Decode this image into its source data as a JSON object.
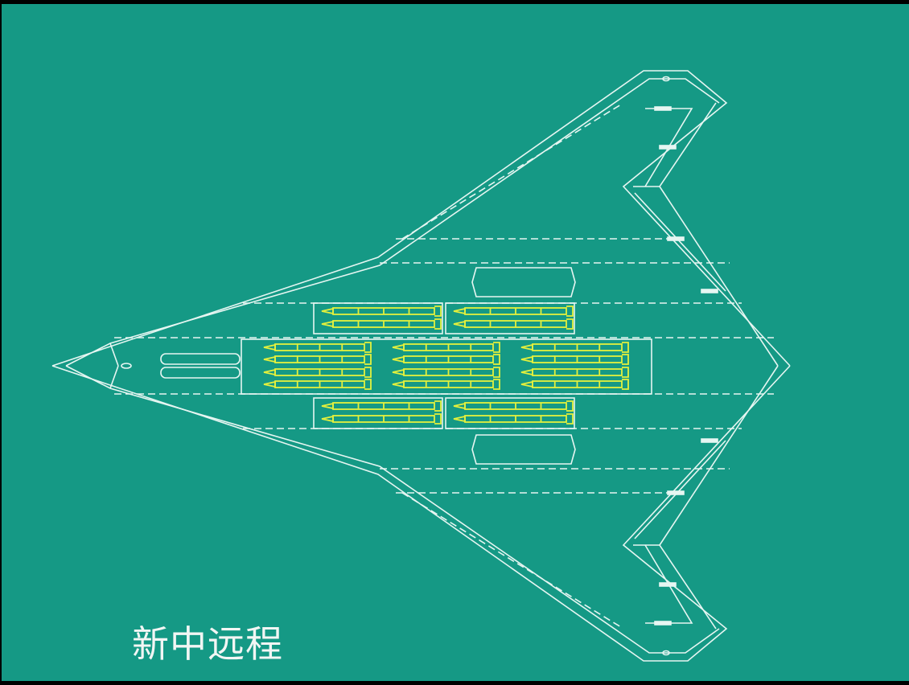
{
  "caption": "新中远程",
  "colors": {
    "background": "#159985",
    "outline": "#e6f6f2",
    "missile": "#e4f03c"
  },
  "weapons": {
    "top_bays": 2,
    "middle_bays": 3,
    "bottom_bays": 2,
    "missiles_per_small_bay": 2,
    "missiles_per_large_bay": 4
  }
}
